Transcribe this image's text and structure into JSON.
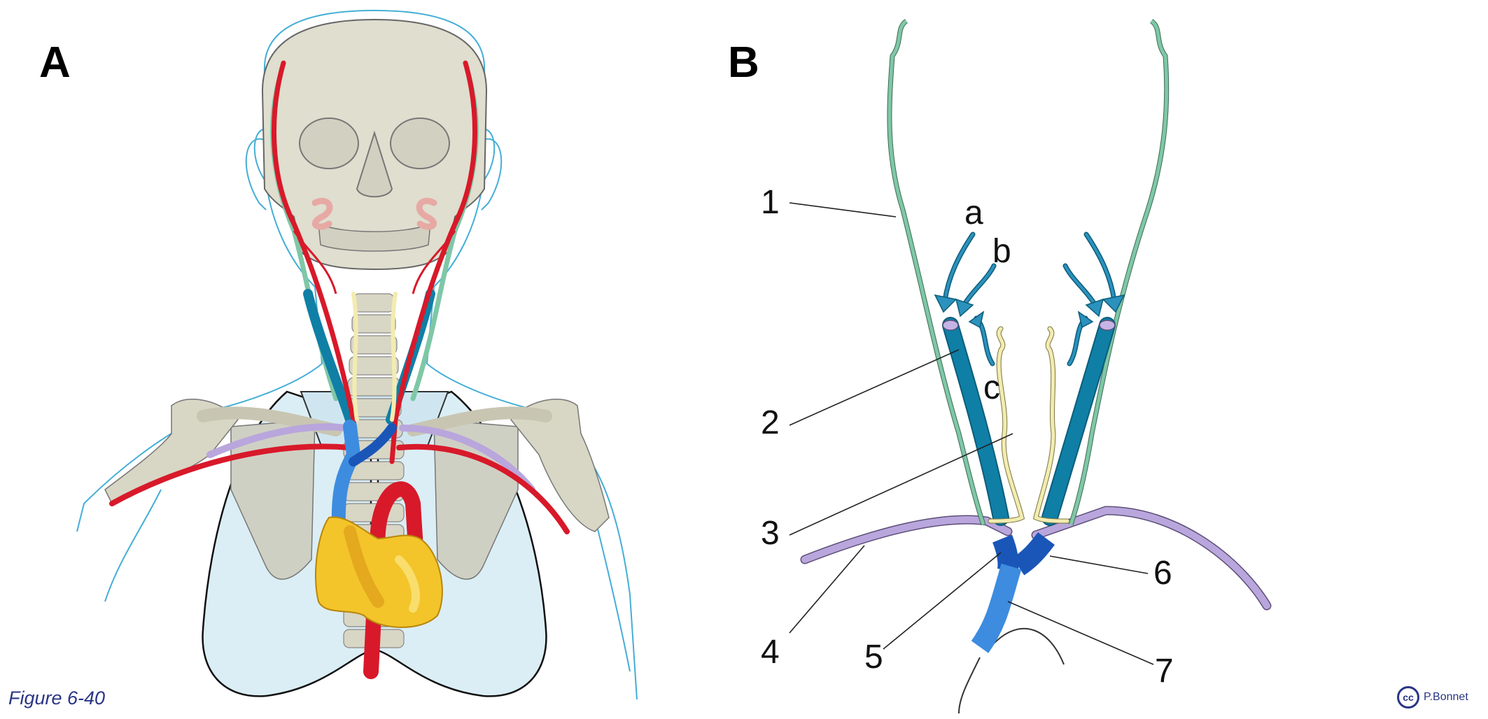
{
  "figure_caption": "Figure 6-40",
  "credit": {
    "badge": "cc",
    "author": "P.Bonnet"
  },
  "panels": {
    "a": "A",
    "b": "B"
  },
  "labels": {
    "n1": "1",
    "n2": "2",
    "n3": "3",
    "n4": "4",
    "n5": "5",
    "n6": "6",
    "n7": "7",
    "la": "a",
    "lb": "b",
    "lc": "c"
  },
  "colors": {
    "artery_red": "#d8192a",
    "jugular_blue": "#0f7fa6",
    "brachiocephalic_blue": "#1a56b8",
    "svc_blue": "#3d8ce0",
    "subclavian_lilac": "#b9a6dc",
    "external_jugular_green": "#7fc7a6",
    "thoracic_duct_yellow": "#f3ecb0",
    "heart_yellow": "#f3c52a",
    "skeleton_grey": "#d8d6c4",
    "lung_blue": "#dbeef5",
    "outline_blue": "#44aed6",
    "caption_navy": "#2a3585"
  }
}
